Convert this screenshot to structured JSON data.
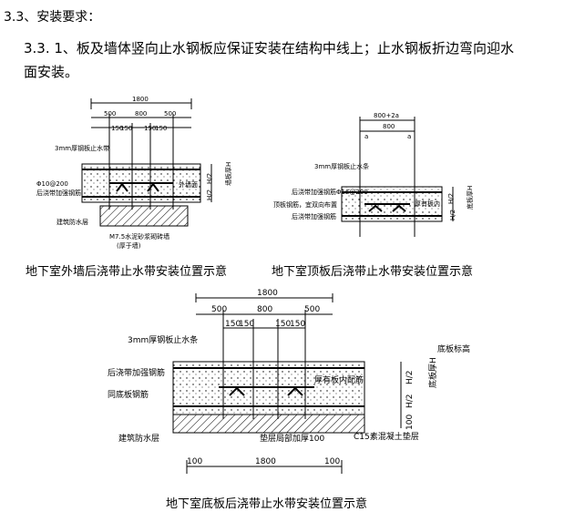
{
  "section_heading": "3.3、安装要求：",
  "paragraph_line1": "3.3. 1、板及墙体竖向止水钢板应保证安装在结构中线上；止水钢板折边弯向迎水",
  "paragraph_line2": "面安装。",
  "figure1": {
    "caption": "地下室外墙后浇带止水带安装位置示意",
    "dim_total": "1800",
    "dim_500a": "500",
    "dim_800": "800",
    "dim_500b": "500",
    "dim_150a": "150",
    "dim_150b": "150",
    "dim_150c": "150",
    "dim_150d": "150",
    "label_plate": "3mm厚钢板止水带",
    "label_rebar": "Φ10@200",
    "label_rebar2": "后浇带加强钢筋",
    "label_waterproof": "建筑防水层",
    "label_wall": "M7.5水泥砂浆砌砖墙",
    "label_wall2": "(厚于墙)",
    "label_outer": "外墙面",
    "label_h": "H/2",
    "label_h2": "H/2",
    "label_thick": "墙板厚H"
  },
  "figure2": {
    "caption": "地下室顶板后浇带止水带安装位置示意",
    "dim_total": "800+2a",
    "dim_800": "800",
    "dim_a1": "a",
    "dim_a2": "a",
    "label_plate": "3mm厚钢板止水条",
    "label_rebar": "后浇带加强钢筋Φ16@200",
    "label_rebar2": "顶板钢筋，宜双向布置",
    "label_rebar3": "后浇带加强钢筋",
    "label_inner": "厚有板内",
    "label_h": "H/2",
    "label_h2": "H/2",
    "label_thick": "底板厚H"
  },
  "figure3": {
    "caption": "地下室底板后浇带止水带安装位置示意",
    "dim_total": "1800",
    "dim_500a": "500",
    "dim_800": "800",
    "dim_500b": "500",
    "dim_150a": "150",
    "dim_150b": "150",
    "dim_150c": "150",
    "dim_150d": "150",
    "label_plate": "3mm厚钢板止水条",
    "label_rebar1": "后浇带加强钢筋",
    "label_rebar2": "同底板钢筋",
    "label_inner": "厚有板内配筋",
    "label_waterproof": "建筑防水层",
    "label_thicken": "垫层局部加厚100",
    "label_c15": "C15素混凝土垫层",
    "label_elev": "底板标高",
    "label_h": "H/2",
    "label_h2": "H/2",
    "label_thick": "底板厚H",
    "label_100": "100",
    "dim_bottom": "1800",
    "dim_100a": "100",
    "dim_100b": "100"
  }
}
